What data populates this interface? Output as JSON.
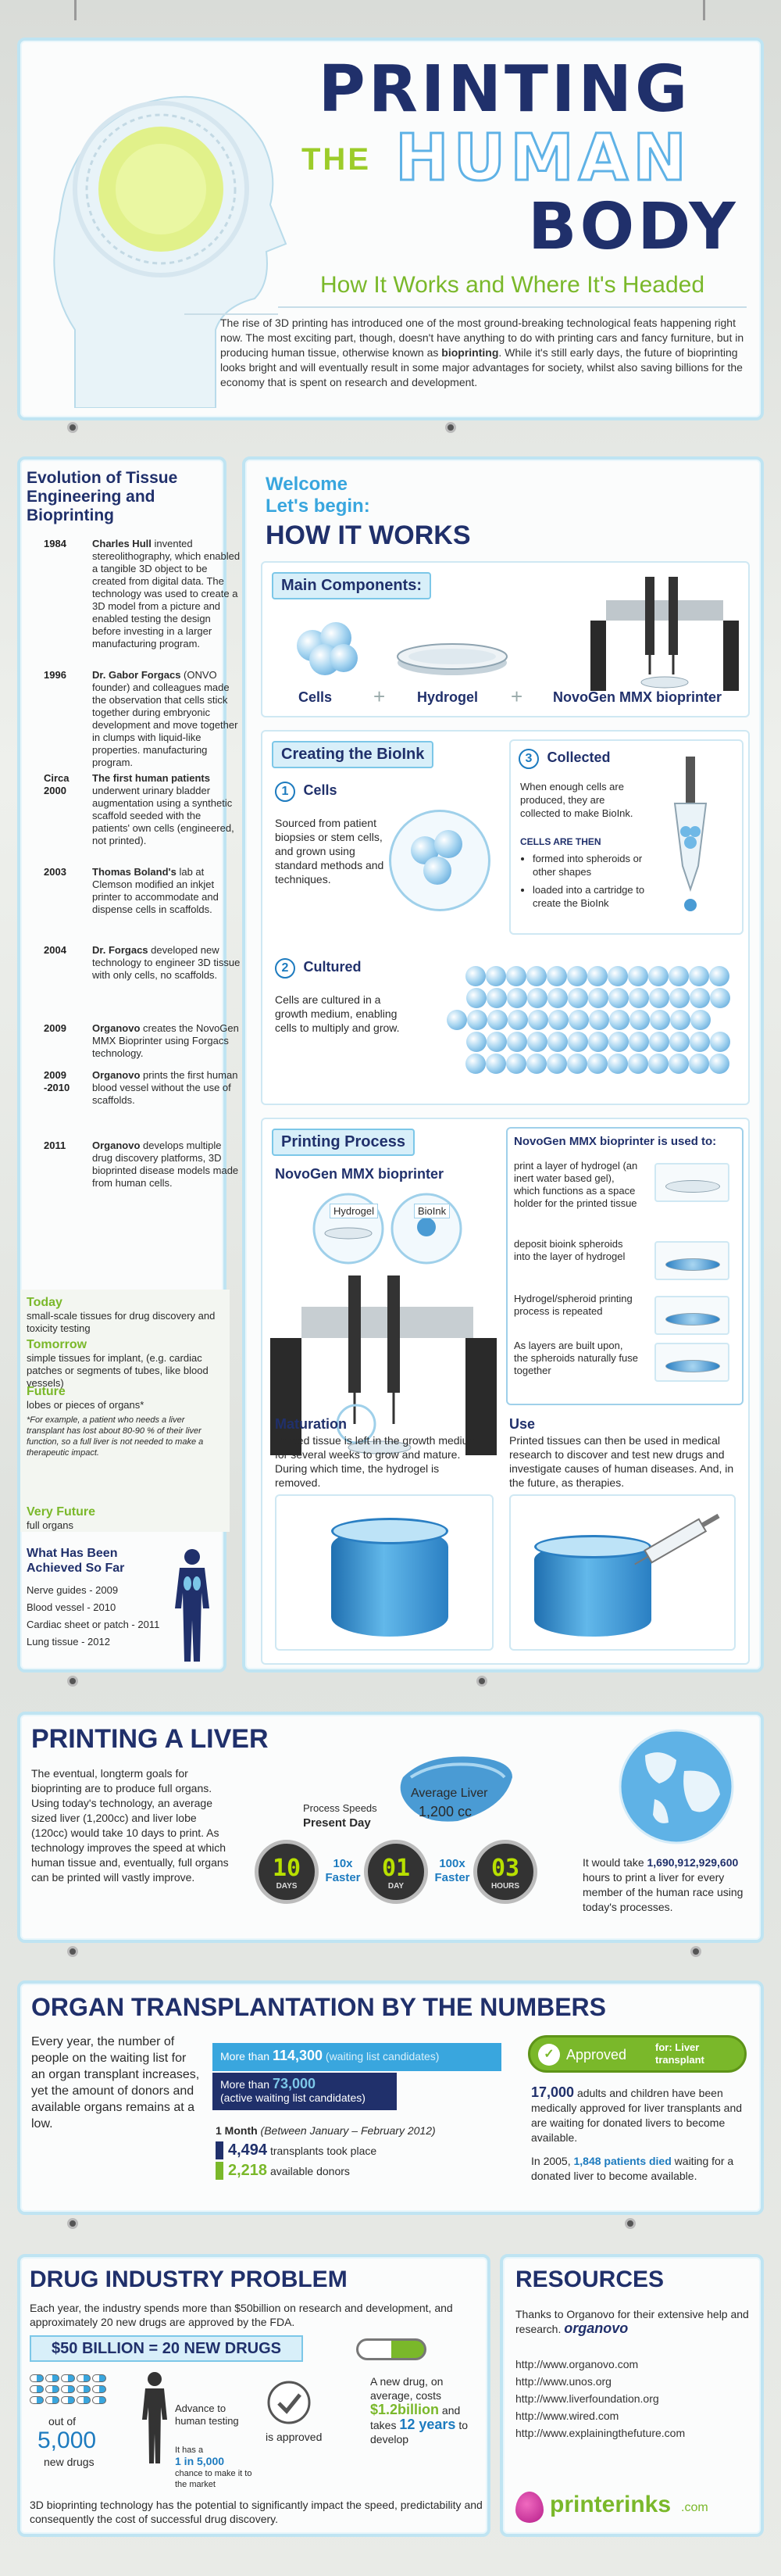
{
  "header": {
    "title_line1": "PRINTING",
    "title_the": "THE",
    "title_line2": "HUMAN",
    "title_line3": "BODY",
    "subtitle": "How It Works and Where It's Headed",
    "intro_p1": "The rise of 3D printing has introduced one of the most ground-breaking technological feats happening right now. The most exciting part, though, doesn't have anything to do with printing cars and fancy furniture, but in producing human tissue, otherwise known as",
    "intro_bold": "bioprinting",
    "intro_p2": ". While it's still early days, the future of bioprinting looks bright and will eventually result in some major advantages for society, whilst also saving billions for the economy that is spent on research and development."
  },
  "timeline": {
    "title": "Evolution of Tissue Engineering and Bioprinting",
    "events": [
      {
        "year": "1984",
        "who": "Charles Hull",
        "text": "invented stereolithography, which enabled a tangible 3D object to be created from digital data. The technology was used to create a 3D model from a picture and enabled testing the design before investing in a larger manufacturing program."
      },
      {
        "year": "1996",
        "who": "Dr. Gabor Forgacs",
        "text": "(ONVO founder) and colleagues made the observation that cells stick together during embryonic development and move together in clumps with liquid-like properties. manufacturing program."
      },
      {
        "year": "Circa 2000",
        "who": "The first human patients",
        "text": "underwent urinary bladder augmentation using a synthetic scaffold seeded with the patients' own cells (engineered, not printed)."
      },
      {
        "year": "2003",
        "who": "Thomas Boland's",
        "text": "lab at Clemson modified an inkjet printer to accommodate and dispense cells in scaffolds."
      },
      {
        "year": "2004",
        "who": "Dr. Forgacs",
        "text": "developed new technology to engineer 3D tissue with only cells, no scaffolds."
      },
      {
        "year": "2009",
        "who": "Organovo",
        "text": "creates the NovoGen MMX Bioprinter using Forgacs technology."
      },
      {
        "year": "2009 -2010",
        "who": "Organovo",
        "text": "prints the first human blood vessel without the use of scaffolds."
      },
      {
        "year": "2011",
        "who": "Organovo",
        "text": "develops multiple drug discovery platforms, 3D bioprinted disease models made from human cells."
      }
    ],
    "future": [
      {
        "label": "Today",
        "text": "small-scale tissues for drug discovery and toxicity testing",
        "note": ""
      },
      {
        "label": "Tomorrow",
        "text": "simple tissues for implant, (e.g. cardiac patches or segments of tubes, like blood vessels)",
        "note": ""
      },
      {
        "label": "Future",
        "text": "lobes or pieces of organs*",
        "note": "*For example, a patient who needs a liver transplant has lost about 80-90 % of their liver function, so a full liver is not needed to make a therapeutic impact."
      },
      {
        "label": "Very Future",
        "text": "full organs",
        "note": ""
      }
    ],
    "achieved_title": "What Has Been Achieved So Far",
    "achieved": [
      "Nerve guides - 2009",
      "Blood vessel - 2010",
      "Cardiac sheet or patch - 2011",
      "Lung tissue - 2012"
    ]
  },
  "how": {
    "welcome": "Welcome",
    "lets_begin": "Let's begin:",
    "title": "HOW IT WORKS",
    "components_label": "Main Components:",
    "components": [
      "Cells",
      "Hydrogel",
      "NovoGen MMX bioprinter"
    ],
    "plus": "+",
    "bioink_label": "Creating the BioInk",
    "step1_num": "1",
    "step1_title": "Cells",
    "step1_text": "Sourced from patient biopsies or stem cells, and grown using standard methods and techniques.",
    "step2_num": "2",
    "step2_title": "Cultured",
    "step2_text": "Cells are cultured in a growth medium, enabling cells to multiply and grow.",
    "step3_num": "3",
    "step3_title": "Collected",
    "step3_text": "When enough cells are produced, they are collected to make BioInk.",
    "step3_then": "CELLS ARE THEN",
    "step3_bullets": [
      "formed into spheroids or other shapes",
      "loaded into a cartridge to create the BioInk"
    ],
    "printing_label": "Printing Process",
    "printer_name": "NovoGen MMX bioprinter",
    "nozzles": [
      "Hydrogel",
      "BioInk"
    ],
    "used_title": "NovoGen MMX bioprinter is used to:",
    "used_steps": [
      "print a layer of hydrogel (an inert water based gel), which functions as a space holder for the printed tissue",
      "deposit bioink spheroids into the layer of hydrogel",
      "Hydrogel/spheroid printing process is repeated",
      "As layers are built upon, the spheroids naturally fuse together"
    ],
    "maturation_title": "Maturation",
    "maturation_text": "Printed tissue is left in the growth medium for several weeks to grow and mature. During which time, the hydrogel is removed.",
    "use_title": "Use",
    "use_text": "Printed tissues can then be used in medical research to discover and test new drugs and investigate causes of human diseases. And, in the future, as therapies."
  },
  "liver": {
    "title": "PRINTING A LIVER",
    "text": "The eventual, longterm goals for bioprinting are to produce full organs. Using today's technology, an average sized liver (1,200cc) and liver lobe (120cc) would take 10 days to print. As technology improves the speed at which human tissue and, eventually, full organs can be printed will vastly improve.",
    "process_speeds": "Process Speeds",
    "present_day": "Present Day",
    "avg_liver": "Average Liver",
    "avg_liver_cc": "1,200 cc",
    "timers": [
      {
        "digits": "10",
        "unit": "DAYS"
      },
      {
        "digits": "01",
        "unit": "DAY"
      },
      {
        "digits": "03",
        "unit": "HOURS"
      }
    ],
    "faster": [
      {
        "mult": "10x",
        "word": "Faster"
      },
      {
        "mult": "100x",
        "word": "Faster"
      }
    ],
    "world_p1": "It would take",
    "world_bold": "1,690,912,929,600",
    "world_p2": "hours to print a liver for every member of the human race using today's processes."
  },
  "transplant": {
    "title": "ORGAN TRANSPLANTATION BY THE NUMBERS",
    "intro": "Every year, the number of people on the waiting list for an organ transplant increases, yet the amount of donors and available organs remains at a low.",
    "bar1_pre": "More than",
    "bar1_num": "114,300",
    "bar1_post": "(waiting list candidates)",
    "bar2_pre": "More than",
    "bar2_num": "73,000",
    "bar2_post": "(active waiting list candidates)",
    "month_label": "1 Month",
    "month_range": "(Between January – February 2012)",
    "took_num": "4,494",
    "took_text": "transplants took place",
    "donors_num": "2,218",
    "donors_text": "available donors",
    "approved": "Approved",
    "approved_for": "for: Liver transplant",
    "stat1_num": "17,000",
    "stat1_text": "adults and children have been medically approved for liver transplants and are waiting for donated livers to become available.",
    "stat2_pre": "In 2005,",
    "stat2_num": "1,848 patients died",
    "stat2_text": "waiting for a donated liver to become available."
  },
  "drug": {
    "title": "DRUG INDUSTRY PROBLEM",
    "intro": "Each year, the industry spends more than $50billion on research and development, and approximately 20 new drugs are approved by the FDA.",
    "banner": "$50 BILLION = 20 NEW DRUGS",
    "out_of": "out of",
    "five_k": "5,000",
    "new_drugs": "new drugs",
    "advance": "Advance to human testing",
    "chance_pre": "It has a",
    "chance_num": "1 in 5,000",
    "chance_post": "chance to make it to the market",
    "is_approved": "is approved",
    "cost_pre": "A new drug, on average, costs",
    "cost_num": "$1.2billion",
    "cost_mid": "and takes",
    "years_num": "12 years",
    "years_post": "to develop",
    "footer": "3D bioprinting technology has the potential to significantly impact the speed, predictability and consequently the cost of successful drug discovery."
  },
  "resources": {
    "title": "RESOURCES",
    "thanks": "Thanks to Organovo for their extensive help and research.",
    "organovo_logo": "organovo",
    "links": [
      "http://www.organovo.com",
      "http://www.unos.org",
      "http://www.liverfoundation.org",
      "http://www.wired.com",
      "http://www.explainingthefuture.com"
    ],
    "brand": "printerinks",
    "brand_tld": ".com"
  },
  "colors": {
    "navy": "#20306b",
    "blue": "#1d7bbf",
    "green": "#7ab82a",
    "light_blue": "#bfe4f2"
  }
}
